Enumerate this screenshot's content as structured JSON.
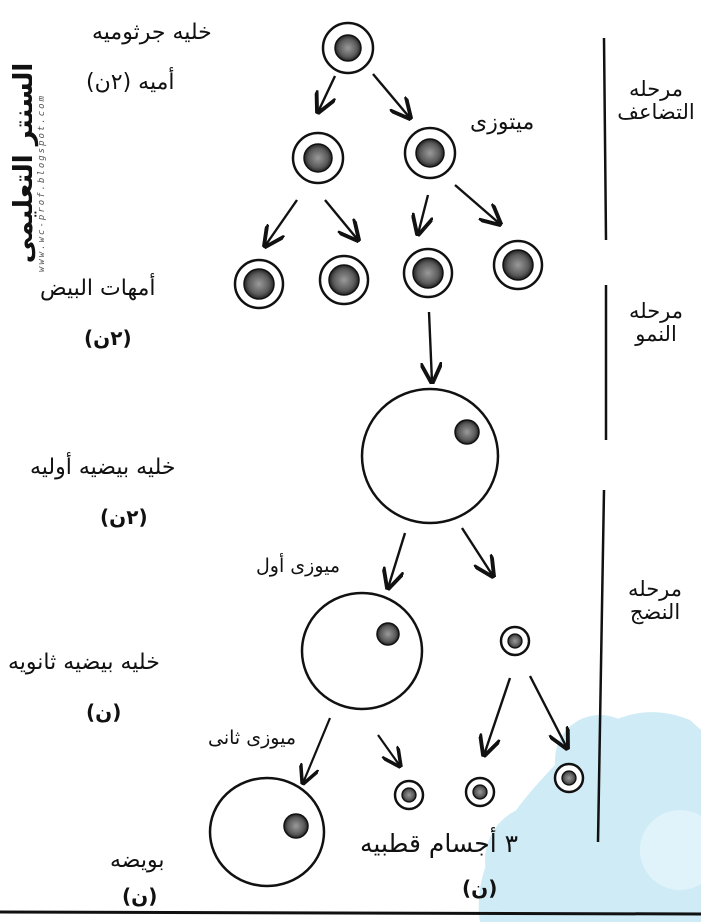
{
  "watermark": {
    "brand": "السنتر التعليمى",
    "url": "www.wc-prof.blogspot.com"
  },
  "stages": {
    "multiplication": "مرحله التضاعف",
    "growth": "مرحله النمو",
    "maturation": "مرحله النضج"
  },
  "labels": {
    "primordial_germ_cell": "خليه جرثوميه",
    "primordial_germ_cell_ploidy": "أميه (٢ن)",
    "mitosis": "ميتوزى",
    "oogonia": "أمهات البيض",
    "oogonia_ploidy": "(٢ن)",
    "primary_oocyte": "خليه بيضيه أوليه",
    "primary_oocyte_ploidy": "(٢ن)",
    "meiosis_1": "ميوزى أول",
    "secondary_oocyte": "خليه بيضيه ثانويه",
    "secondary_oocyte_ploidy": "(ن)",
    "meiosis_2": "ميوزى ثانى",
    "ovum": "بويضه",
    "ovum_ploidy": "(ن)",
    "polar_bodies": "٣ أجسام قطبيه",
    "polar_bodies_ploidy": "(ن)"
  },
  "colors": {
    "ink": "#111111",
    "nucleus": "#555555",
    "watermark_shape": "#9fd6ea"
  }
}
